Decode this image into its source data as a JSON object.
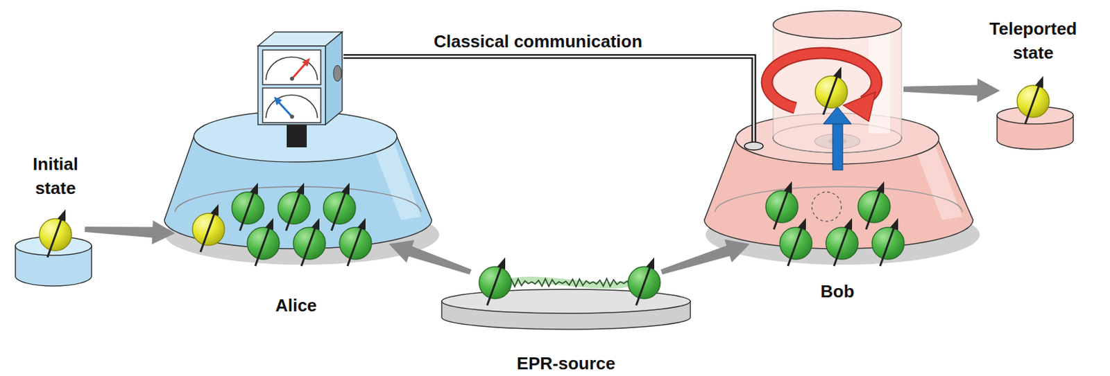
{
  "diagram": {
    "nodes": [
      {
        "text": [
          "Initial state"
        ]
      },
      {
        "text": [
          "Alice"
        ]
      },
      {
        "text": [
          "EPR-source"
        ]
      },
      {
        "text": [
          "Bob"
        ]
      },
      {
        "text": [
          "Teleported state"
        ]
      }
    ],
    "edges": [
      {
        "from": 0,
        "to": 1,
        "arrow": "to"
      },
      {
        "from": 2,
        "to": 1,
        "arrow": "to"
      },
      {
        "from": 2,
        "to": 3,
        "arrow": "to"
      },
      {
        "from": 3,
        "to": 4,
        "arrow": "to"
      },
      {
        "from": 1,
        "to": 3,
        "label": "Classical communication",
        "arrow": "none"
      }
    ]
  }
}
